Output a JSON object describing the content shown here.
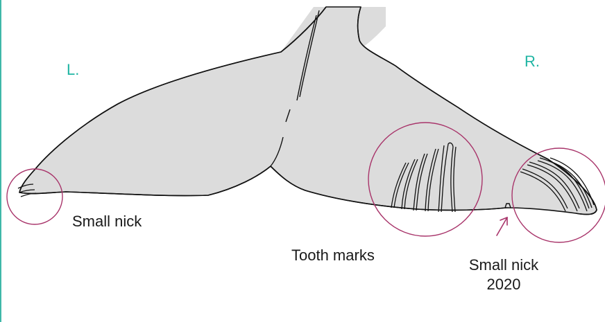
{
  "diagram": {
    "side_left": "L.",
    "side_right": "R.",
    "annotations": {
      "left_tip": "Small nick",
      "tooth_marks": "Tooth marks",
      "right_nick_line1": "Small nick",
      "right_nick_line2": "2020"
    }
  },
  "colors": {
    "border": "#3fb8a8",
    "side_label": "#1fb5a3",
    "fluke_fill": "#dcdcdc",
    "outline": "#111111",
    "marker_circle": "#a8346a",
    "text": "#1a1a1a"
  },
  "icons": {
    "fluke": "whale-fluke-icon",
    "marker": "circle-marker-icon",
    "arrow": "arrow-up-icon"
  }
}
